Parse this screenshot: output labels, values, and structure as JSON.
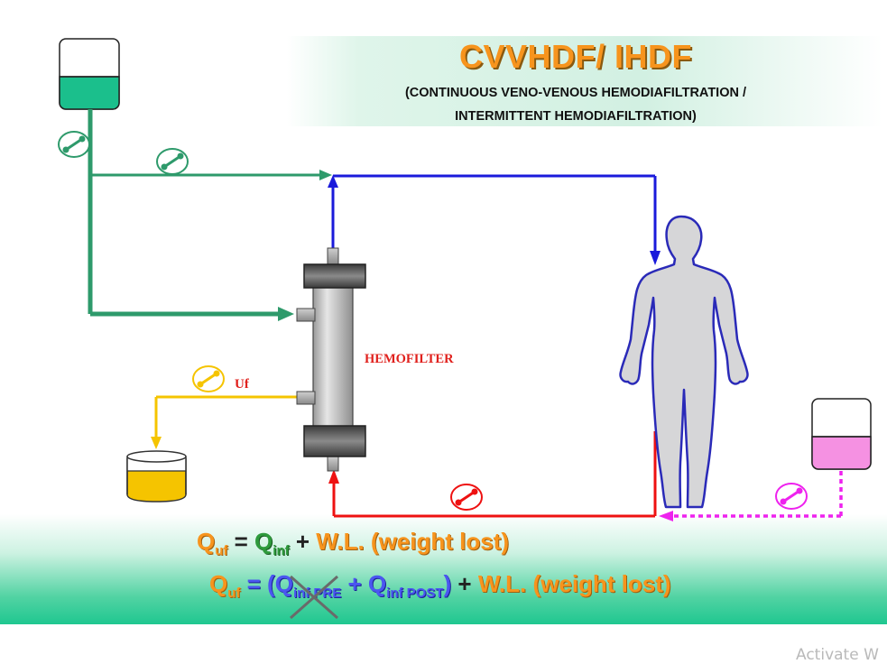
{
  "title": "CVVHDF/ IHDF",
  "subtitle_line1": "(CONTINUOUS VENO-VENOUS HEMODIAFILTRATION /",
  "subtitle_line2": "INTERMITTENT HEMODIAFILTRATION)",
  "labels": {
    "hemofilter": "HEMOFILTER",
    "uf": "Uf"
  },
  "formula1": {
    "q": "Q",
    "q_sub": "uf",
    "eq": " = ",
    "qinf": "Q",
    "qinf_sub": "inf",
    "plus": " + ",
    "wl": "W.L. (weight lost)"
  },
  "formula2": {
    "q": "Q",
    "q_sub": "uf",
    "eq": " = (",
    "qpre": "Q",
    "qpre_sub": "inf PRE",
    "plus1": " + ",
    "qpost": "Q",
    "qpost_sub": "inf POST",
    "close": ")",
    "plus2": " + ",
    "wl": "W.L. (weight lost)"
  },
  "watermark": "Activate W",
  "colors": {
    "title": "#f7941d",
    "dialysate_line": "#2e9a6b",
    "venous_line": "#1a1adb",
    "arterial_line": "#ee1111",
    "effluent_line": "#f5c400",
    "replacement_line": "#ee22ee",
    "body": "#d6d6d8",
    "body_outline": "#2a2ab8"
  },
  "icons": [
    "pump-icon",
    "pump-icon",
    "pump-icon",
    "pump-icon",
    "pump-icon"
  ]
}
